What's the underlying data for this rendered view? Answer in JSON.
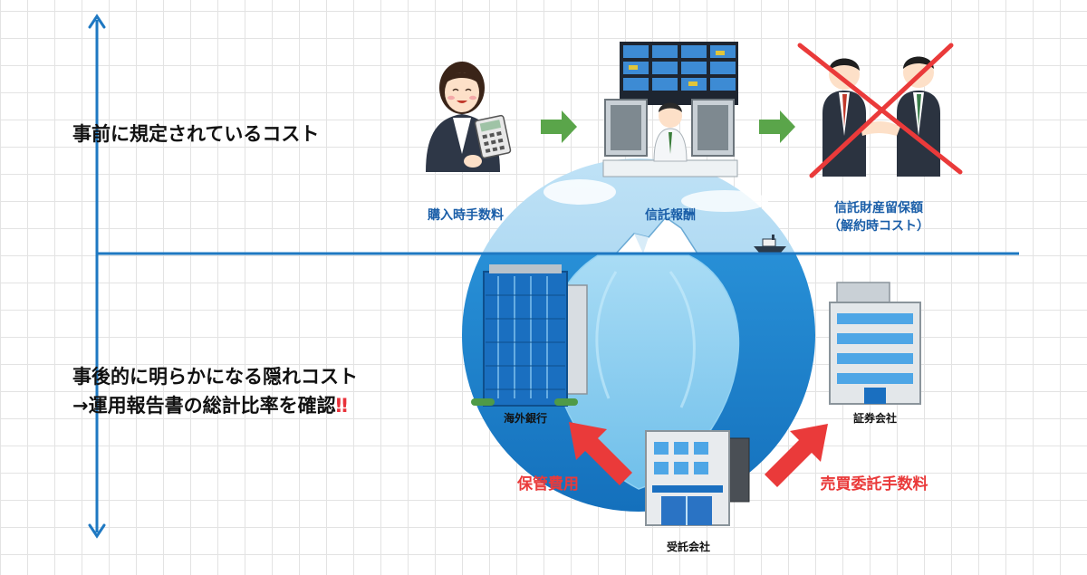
{
  "labels": {
    "upper": "事前に規定されているコスト",
    "lower_line1": "事後的に明らかになる隠れコスト",
    "lower_line2_main": "→運用報告書の総計比率を確認",
    "lower_line2_emph": "‼"
  },
  "costs_visible": {
    "purchase_fee": "購入時手数料",
    "trust_fee": "信託報酬",
    "retention_line1": "信託財産留保額",
    "retention_line2": "（解約時コスト）"
  },
  "institutions": {
    "foreign_bank": "海外銀行",
    "securities": "証券会社",
    "trustee": "受託会社"
  },
  "costs_hidden": {
    "custody_fee": "保管費用",
    "trading_commission": "売買委託手数料"
  },
  "colors": {
    "axis_blue": "#1e78c2",
    "caption_blue": "#1a5ea8",
    "red": "#ea3a3a",
    "arrow_green": "#5aa54a",
    "sea": "#1f8ed8"
  },
  "icons": [
    "up-arrow-icon",
    "down-arrow-icon",
    "right-arrow-icon",
    "cross-mark-icon"
  ]
}
